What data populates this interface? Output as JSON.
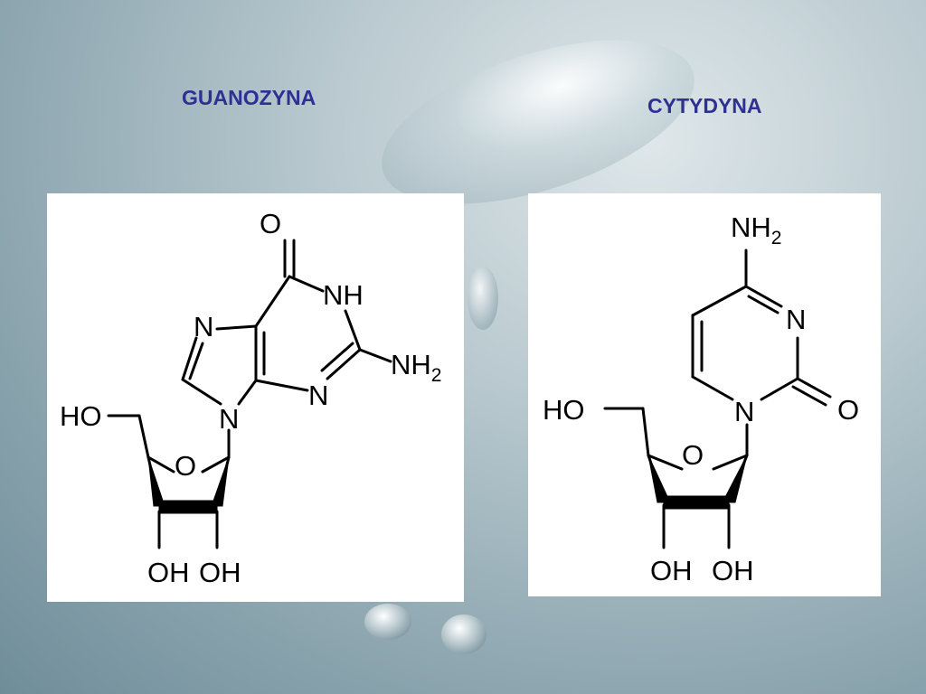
{
  "slide": {
    "accent_color": "#2e3192",
    "left_title": "GUANOZYNA",
    "right_title": "CYTYDYNA"
  },
  "guanosine": {
    "O_top": "O",
    "NH": "NH",
    "N7": "N",
    "NH2_main": "NH",
    "NH2_sub": "2",
    "N3": "N",
    "N9": "N",
    "HO": "HO",
    "O_ring": "O",
    "OH_left": "OH",
    "OH_right": "OH"
  },
  "cytidine": {
    "NH2_main": "NH",
    "NH2_sub": "2",
    "N3": "N",
    "N1": "N",
    "O_carbonyl": "O",
    "HO": "HO",
    "O_ring": "O",
    "OH_left": "OH",
    "OH_right": "OH"
  }
}
